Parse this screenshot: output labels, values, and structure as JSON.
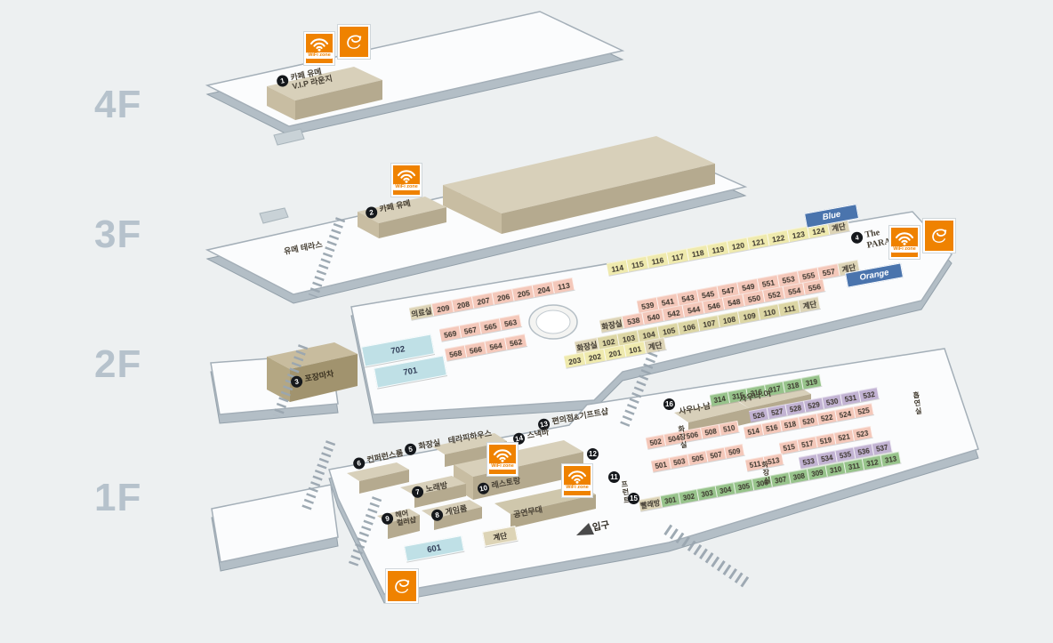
{
  "wifi_label": "WiFi zone",
  "floor_labels": {
    "f4": "4F",
    "f3": "3F",
    "f2": "2F",
    "f1": "1F"
  },
  "colors": {
    "background": "#edf0f1",
    "accent_orange": "#ef8200",
    "zone_bar_blue": "#4a74ad",
    "plate": "#fbfcfd",
    "cell_yellow": "#efeaae",
    "cell_pink": "#f4c8ba",
    "cell_tan": "#dcd6a4",
    "cell_purple": "#c2b3d3",
    "cell_green": "#97c38b",
    "cell_cyan": "#bfe0e6",
    "cell_label": "#ddd4b6"
  },
  "f4": {
    "vip": {
      "num": "1",
      "line1": "카페 유메",
      "line2": "V.I.P 라운지"
    }
  },
  "f3": {
    "terrace": "유메 테라스",
    "cafe": {
      "num": "2",
      "label": "카페 유메"
    }
  },
  "f2": {
    "blue_zone": "Blue",
    "orange_zone": "Orange",
    "paradise": {
      "num": "4",
      "line1": "The",
      "line2": "PARADISE"
    },
    "pojangmacha": {
      "num": "3",
      "label": "포장마차"
    },
    "room702": "702",
    "room701": "701",
    "rows": [
      {
        "color": "yellow",
        "cells": [
          "114",
          "115",
          "116",
          "117",
          "118",
          "119",
          "120",
          "121",
          "122",
          "123",
          "124",
          {
            "t": "계단",
            "c": "lab"
          }
        ]
      },
      {
        "color": "pink",
        "cells": [
          "539",
          "541",
          "543",
          "545",
          "547",
          "549",
          "551",
          "553",
          "555",
          "557",
          {
            "t": "계단",
            "c": "lab"
          }
        ]
      },
      {
        "color": "pink",
        "cells": [
          {
            "t": "화장실",
            "c": "lab"
          },
          "538",
          "540",
          "542",
          "544",
          "546",
          "548",
          "550",
          "552",
          "554",
          "556"
        ]
      },
      {
        "color": "tan",
        "cells": [
          {
            "t": "화장실",
            "c": "lab"
          },
          "102",
          "103",
          "104",
          "105",
          "106",
          "107",
          "108",
          "109",
          "110",
          "111",
          {
            "t": "계단",
            "c": "lab"
          }
        ]
      },
      {
        "color": "yellow",
        "cells": [
          "203",
          "202",
          "201",
          "101",
          {
            "t": "계단",
            "c": "lab"
          }
        ]
      },
      {
        "color": "pink",
        "cells": [
          {
            "t": "의료실",
            "c": "lab"
          },
          "209",
          "208",
          "207",
          "206",
          "205",
          "204",
          "113"
        ]
      },
      {
        "color": "pink",
        "cells": [
          "569",
          "567",
          "565",
          "563"
        ]
      },
      {
        "color": "pink",
        "cells": [
          "568",
          "566",
          "564",
          "562"
        ]
      }
    ]
  },
  "f1": {
    "pois": {
      "therapy": {
        "num": "5",
        "label": "화장실",
        "label2": "테라피하우스"
      },
      "conference": {
        "num": "6",
        "label": "컨퍼런스룸"
      },
      "karaoke": {
        "num": "7",
        "label": "노래방"
      },
      "game": {
        "num": "8",
        "label": "게임룸"
      },
      "hair": {
        "num": "9",
        "line1": "헤어",
        "line2": "컬러샵"
      },
      "restaurant": {
        "num": "10",
        "label": "레스토랑"
      },
      "front": {
        "num": "11",
        "label": "프런트"
      },
      "wifi_spot": {
        "num": "12"
      },
      "store": {
        "num": "13",
        "label": "편의점&기프트샵"
      },
      "snack": {
        "num": "14",
        "label": "스낵바"
      },
      "laundry": {
        "num": "15"
      },
      "sauna": {
        "num": "16",
        "male": "사우나-남",
        "female": "사우나-여"
      }
    },
    "stage": "공연무대",
    "stairs": "계단",
    "room601": "601",
    "entrance": "입구",
    "toilet": "화장실",
    "smoking": "흡연실",
    "rows": [
      {
        "color": "green",
        "cells": [
          "314",
          "315",
          "316",
          "317",
          "318",
          "319"
        ]
      },
      {
        "color": "purple",
        "cells": [
          "526",
          "527",
          "528",
          "529",
          "530",
          "531",
          "532"
        ]
      },
      {
        "color": "pink",
        "cells": [
          "514",
          "516",
          "518",
          "520",
          "522",
          "524",
          "525"
        ]
      },
      {
        "color": "pink",
        "cells": [
          "515",
          "517",
          "519",
          "521",
          "523"
        ]
      },
      {
        "color": "purple",
        "cells": [
          "533",
          "534",
          "535",
          "536",
          "537"
        ]
      },
      {
        "color": "pink",
        "cells": [
          "511",
          "513"
        ]
      },
      {
        "color": "pink",
        "cells": [
          "502",
          "504",
          "506",
          "508",
          "510"
        ]
      },
      {
        "color": "pink",
        "cells": [
          "501",
          "503",
          "505",
          "507",
          "509"
        ]
      },
      {
        "color": "green",
        "cells": [
          {
            "t": "빨래방",
            "c": "lab"
          },
          "301",
          "302",
          "303",
          "304",
          "305",
          "306",
          "307",
          "308",
          "309",
          "310",
          "311",
          "312",
          "313"
        ]
      }
    ]
  }
}
